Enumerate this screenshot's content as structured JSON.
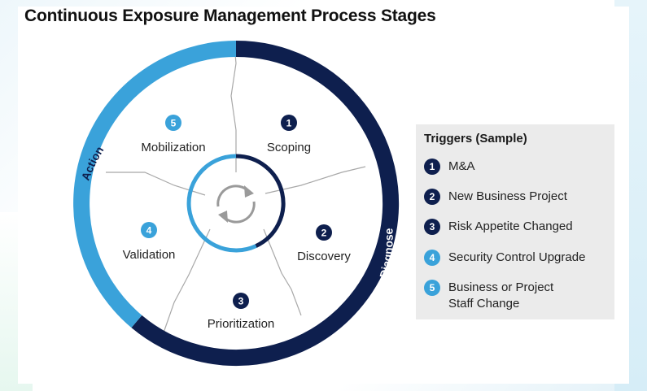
{
  "title": "Continuous Exposure Management Process Stages",
  "arc_labels": {
    "diagnose": "Diagnose",
    "action": "Action"
  },
  "stages": [
    {
      "number": "1",
      "label": "Scoping"
    },
    {
      "number": "2",
      "label": "Discovery"
    },
    {
      "number": "3",
      "label": "Prioritization"
    },
    {
      "number": "4",
      "label": "Validation"
    },
    {
      "number": "5",
      "label": "Mobilization"
    }
  ],
  "triggers": {
    "title": "Triggers (Sample)",
    "items": [
      {
        "number": "1",
        "lines": [
          "M&A"
        ]
      },
      {
        "number": "2",
        "lines": [
          "New Business Project"
        ]
      },
      {
        "number": "3",
        "lines": [
          "Risk Appetite Changed"
        ]
      },
      {
        "number": "4",
        "lines": [
          "Security Control Upgrade"
        ]
      },
      {
        "number": "5",
        "lines": [
          "Business or Project",
          "Staff Change"
        ]
      }
    ]
  },
  "center_icon": "refresh-cycle-icon",
  "colors": {
    "diagnose": "#0e1f4e",
    "action": "#3aa2da",
    "divider": "#a8a8a8",
    "icon": "#9a9a9a",
    "panel": "#ebebeb"
  }
}
